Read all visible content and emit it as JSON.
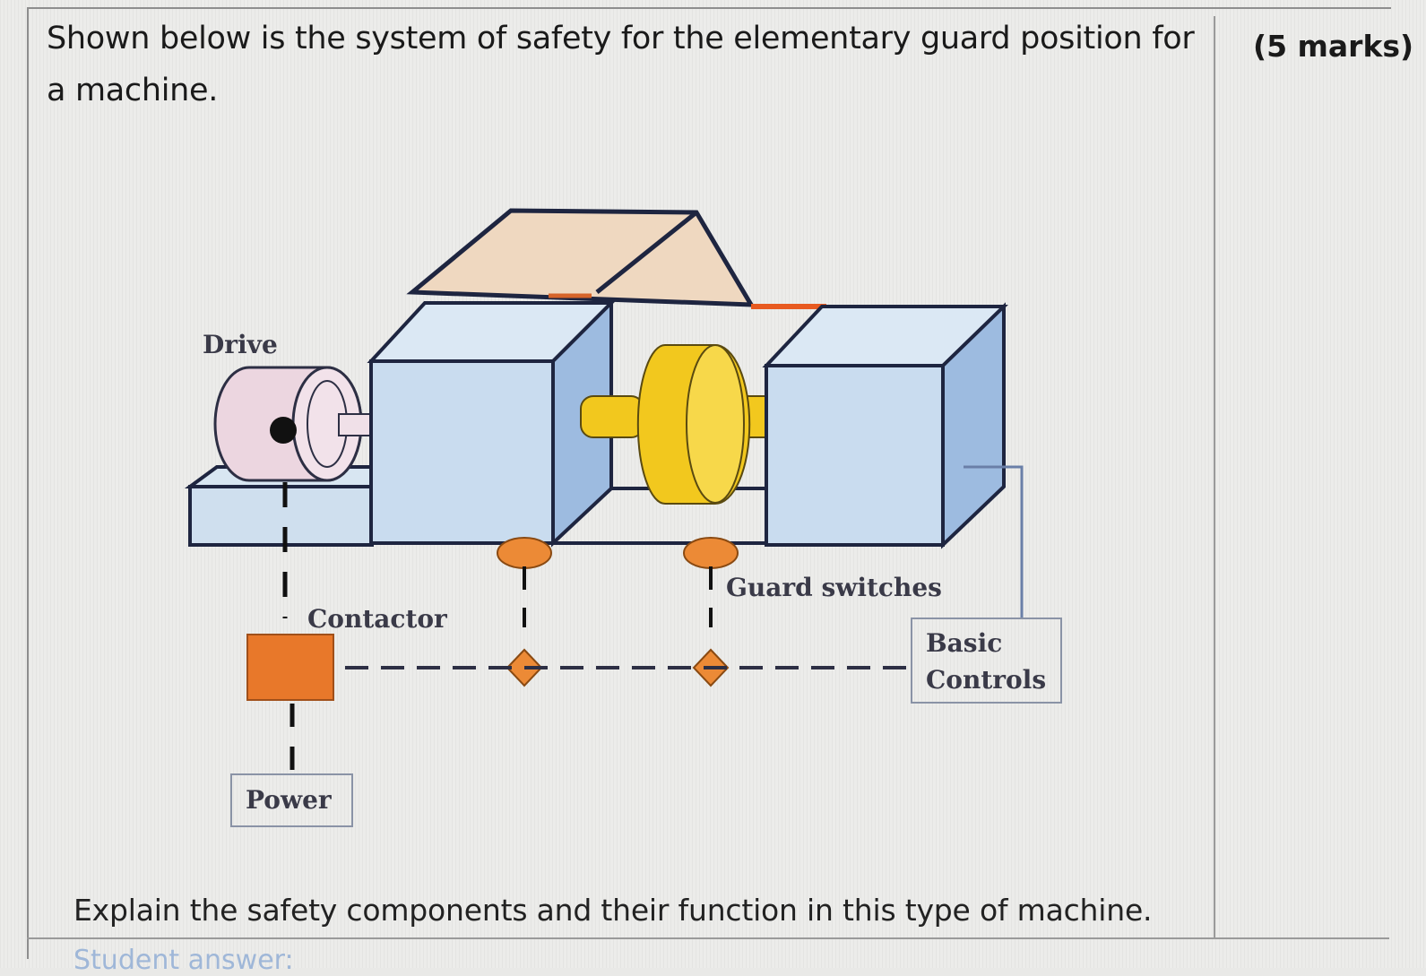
{
  "question": {
    "text": "Shown below is the system of safety for the elementary guard position for a machine.",
    "marks": "(5 marks)",
    "instruction": "Explain the safety components and their function in this type of machine.",
    "student_answer_label": "Student answer:"
  },
  "diagram": {
    "labels": {
      "drive": "Drive",
      "contactor": "Contactor",
      "guard_switches": "Guard switches",
      "basic": "Basic",
      "controls": "Controls",
      "power": "Power"
    },
    "colors": {
      "machine_blue": "#c9dcef",
      "machine_side": "#9dbbe0",
      "guard": "#efd8c0",
      "rotor": "#f2c81e",
      "contactor": "#e8782a",
      "switch": "#ec8a36",
      "outline": "#1e2540"
    }
  }
}
